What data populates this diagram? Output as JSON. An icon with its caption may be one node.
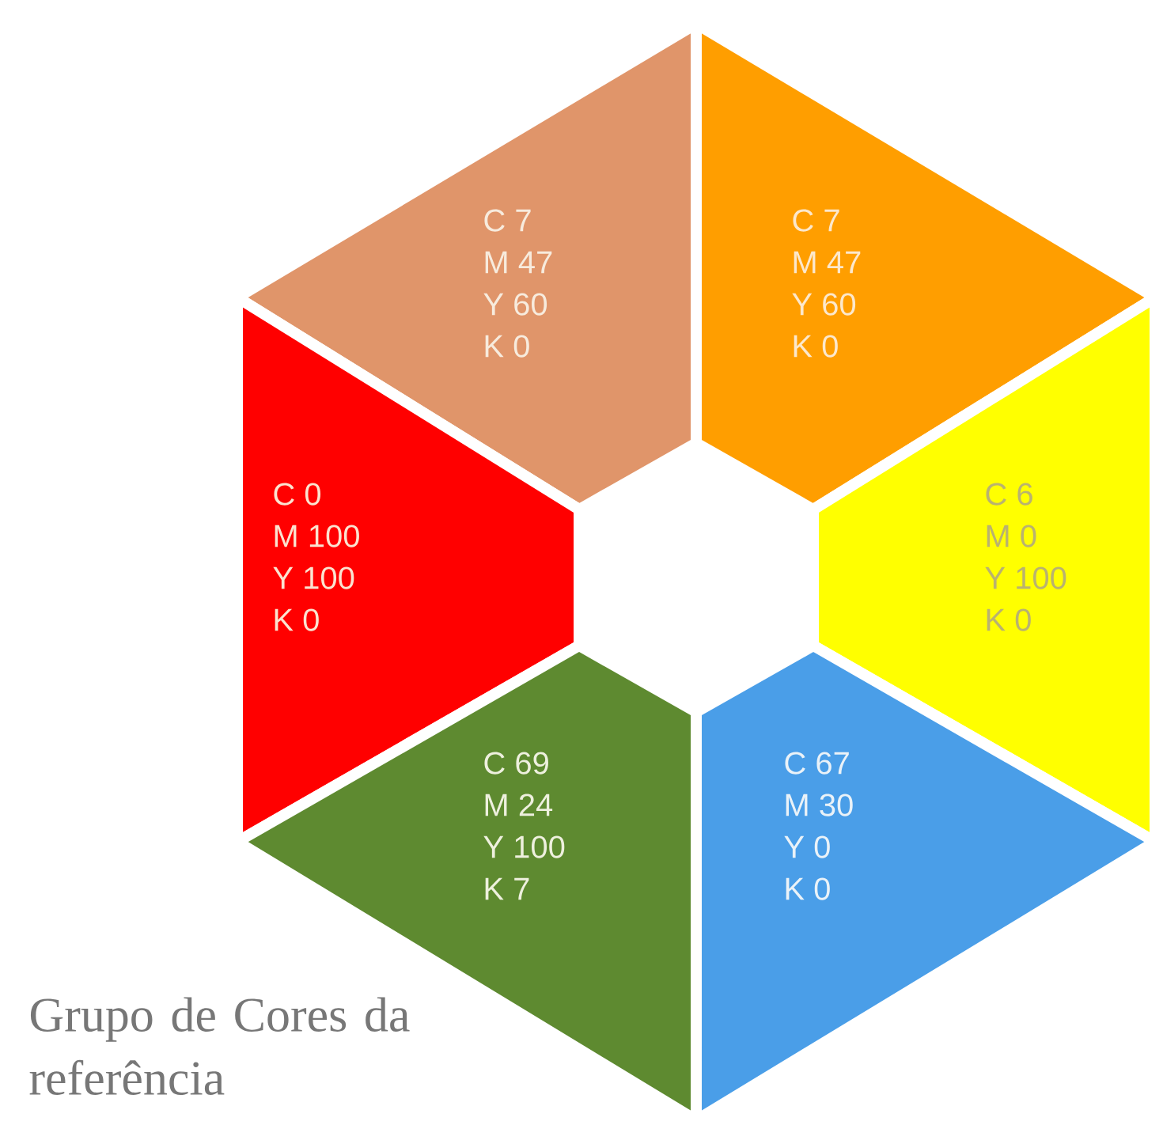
{
  "diagram": {
    "nodes": [
      {
        "text": [
          "C 7",
          "M 47",
          "Y 60",
          "K 0"
        ]
      },
      {
        "text": [
          "C 7",
          "M 47",
          "Y 60",
          "K 0"
        ]
      },
      {
        "text": [
          "C 0",
          "M 100",
          "Y 100",
          "K 0"
        ]
      },
      {
        "text": [
          "C 6",
          "M 0",
          "Y 100",
          "K 0"
        ]
      },
      {
        "text": [
          "C 69",
          "M 24",
          "Y 100",
          "K 7"
        ]
      },
      {
        "text": [
          "C 67",
          "M 30",
          "Y 0",
          "K 0"
        ]
      }
    ],
    "labels": [
      "Grupo de Cores da referência"
    ]
  }
}
